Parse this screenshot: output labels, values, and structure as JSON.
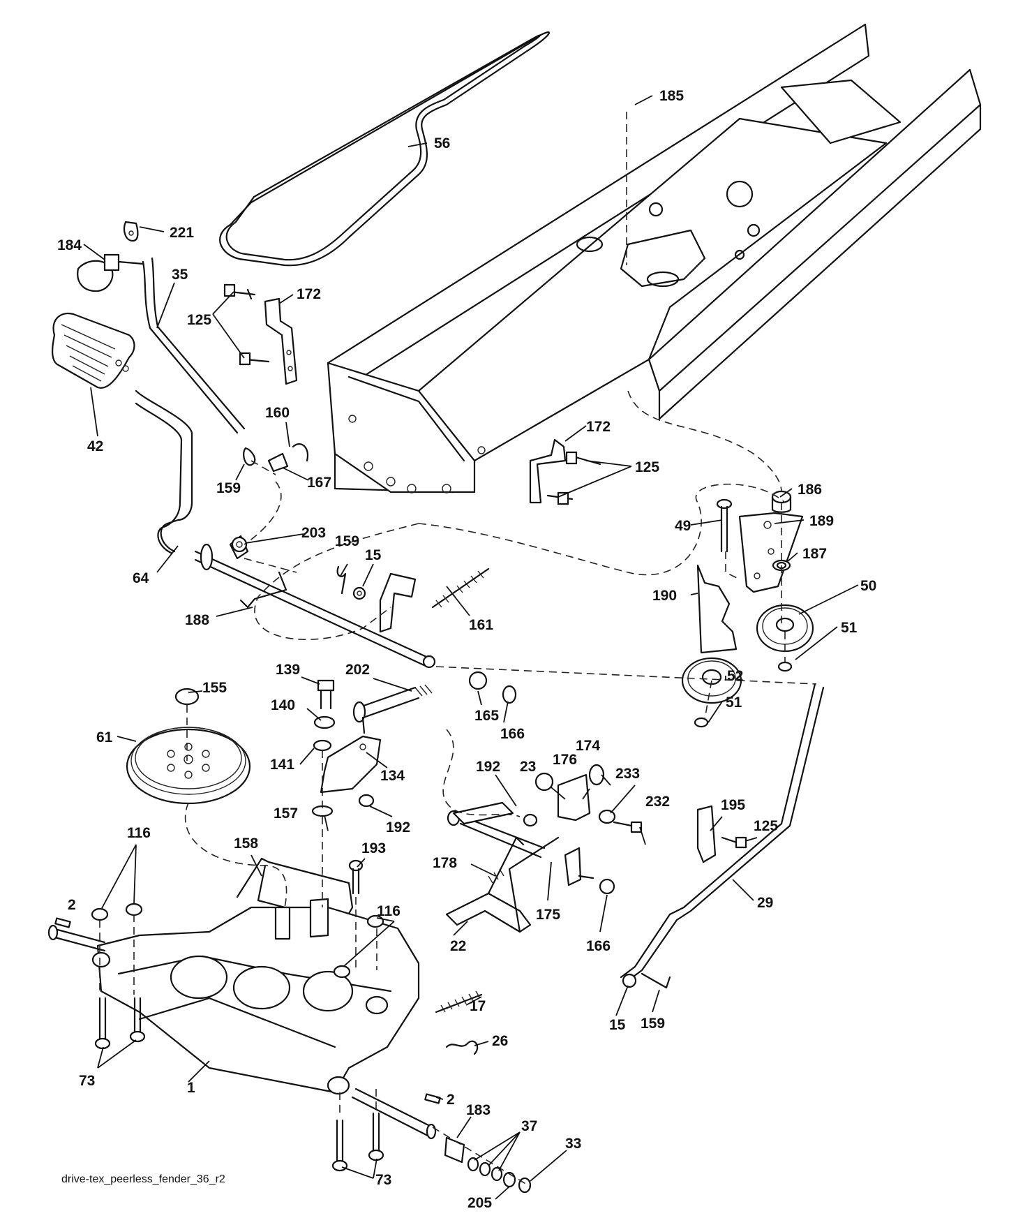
{
  "caption": "drive-tex_peerless_fender_36_r2",
  "callouts": [
    {
      "id": "c56",
      "text": "56"
    },
    {
      "id": "c185",
      "text": "185"
    },
    {
      "id": "c221",
      "text": "221"
    },
    {
      "id": "c184",
      "text": "184"
    },
    {
      "id": "c35",
      "text": "35"
    },
    {
      "id": "c172a",
      "text": "172"
    },
    {
      "id": "c125a",
      "text": "125"
    },
    {
      "id": "c42",
      "text": "42"
    },
    {
      "id": "c160",
      "text": "160"
    },
    {
      "id": "c172b",
      "text": "172"
    },
    {
      "id": "c125b",
      "text": "125"
    },
    {
      "id": "c159a",
      "text": "159"
    },
    {
      "id": "c167",
      "text": "167"
    },
    {
      "id": "c186",
      "text": "186"
    },
    {
      "id": "c49",
      "text": "49"
    },
    {
      "id": "c189",
      "text": "189"
    },
    {
      "id": "c203",
      "text": "203"
    },
    {
      "id": "c159b",
      "text": "159"
    },
    {
      "id": "c15a",
      "text": "15"
    },
    {
      "id": "c187",
      "text": "187"
    },
    {
      "id": "c64",
      "text": "64"
    },
    {
      "id": "c50",
      "text": "50"
    },
    {
      "id": "c190",
      "text": "190"
    },
    {
      "id": "c188",
      "text": "188"
    },
    {
      "id": "c161",
      "text": "161"
    },
    {
      "id": "c51a",
      "text": "51"
    },
    {
      "id": "c139",
      "text": "139"
    },
    {
      "id": "c202",
      "text": "202"
    },
    {
      "id": "c52",
      "text": "52"
    },
    {
      "id": "c155",
      "text": "155"
    },
    {
      "id": "c51b",
      "text": "51"
    },
    {
      "id": "c140",
      "text": "140"
    },
    {
      "id": "c165",
      "text": "165"
    },
    {
      "id": "c61",
      "text": "61"
    },
    {
      "id": "c166a",
      "text": "166"
    },
    {
      "id": "c141",
      "text": "141"
    },
    {
      "id": "c134",
      "text": "134"
    },
    {
      "id": "c192a",
      "text": "192"
    },
    {
      "id": "c23",
      "text": "23"
    },
    {
      "id": "c176",
      "text": "176"
    },
    {
      "id": "c174",
      "text": "174"
    },
    {
      "id": "c233",
      "text": "233"
    },
    {
      "id": "c157",
      "text": "157"
    },
    {
      "id": "c192b",
      "text": "192"
    },
    {
      "id": "c232",
      "text": "232"
    },
    {
      "id": "c195",
      "text": "195"
    },
    {
      "id": "c125c",
      "text": "125"
    },
    {
      "id": "c116a",
      "text": "116"
    },
    {
      "id": "c158",
      "text": "158"
    },
    {
      "id": "c193",
      "text": "193"
    },
    {
      "id": "c178",
      "text": "178"
    },
    {
      "id": "c2a",
      "text": "2"
    },
    {
      "id": "c116b",
      "text": "116"
    },
    {
      "id": "c175",
      "text": "175"
    },
    {
      "id": "c166b",
      "text": "166"
    },
    {
      "id": "c29",
      "text": "29"
    },
    {
      "id": "c22",
      "text": "22"
    },
    {
      "id": "c17",
      "text": "17"
    },
    {
      "id": "c15b",
      "text": "15"
    },
    {
      "id": "c159c",
      "text": "159"
    },
    {
      "id": "c26",
      "text": "26"
    },
    {
      "id": "c73a",
      "text": "73"
    },
    {
      "id": "c1",
      "text": "1"
    },
    {
      "id": "c2b",
      "text": "2"
    },
    {
      "id": "c183",
      "text": "183"
    },
    {
      "id": "c37",
      "text": "37"
    },
    {
      "id": "c33",
      "text": "33"
    },
    {
      "id": "c73b",
      "text": "73"
    },
    {
      "id": "c205",
      "text": "205"
    }
  ]
}
